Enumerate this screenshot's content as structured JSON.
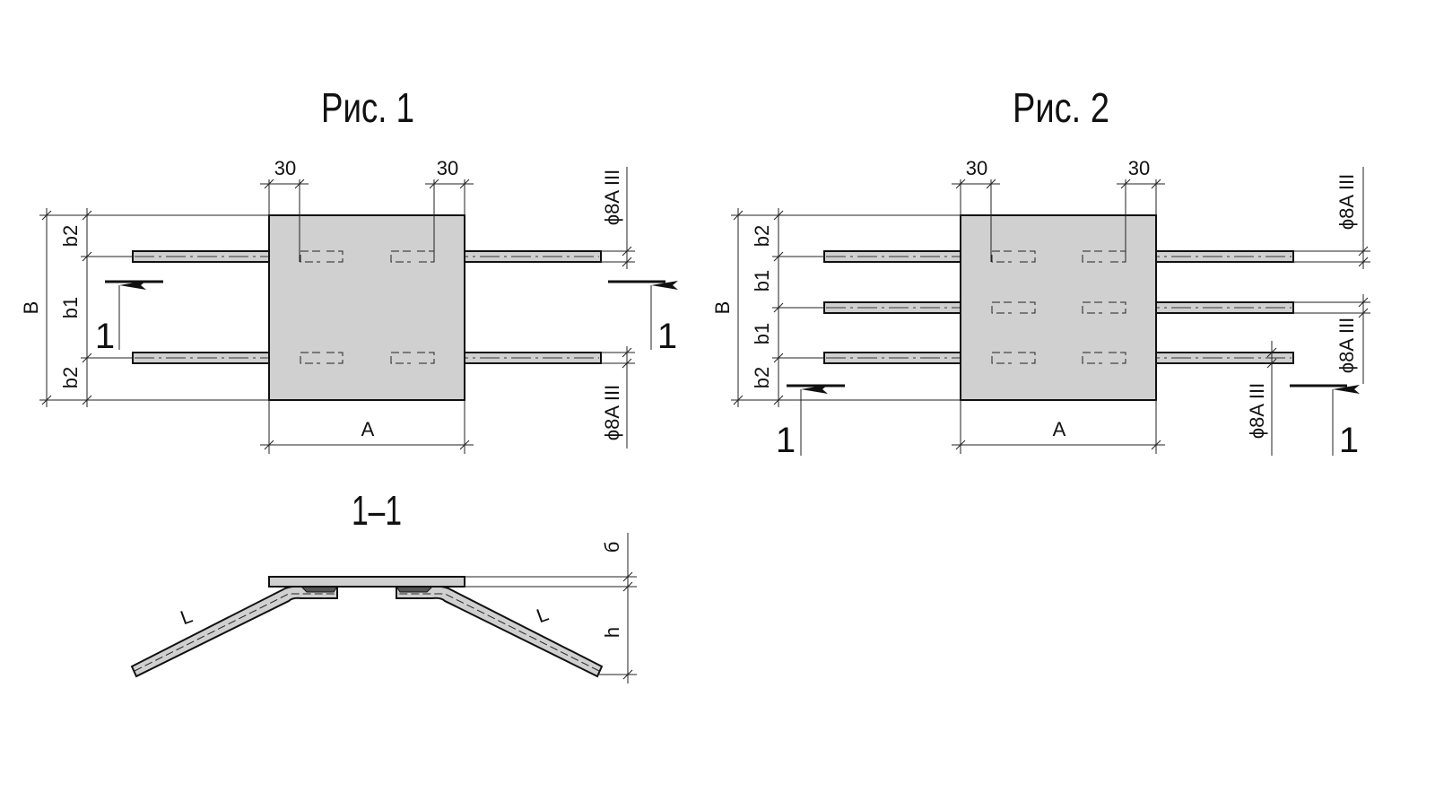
{
  "figure1": {
    "title": "Рис. 1",
    "dim_top_left": "30",
    "dim_top_right": "30",
    "dim_B": "B",
    "dim_b2_top": "b2",
    "dim_b1": "b1",
    "dim_b2_bottom": "b2",
    "dim_A": "A",
    "rebar_top": "ϕ8A III",
    "rebar_bottom": "ϕ8A III",
    "section_left": "1",
    "section_right": "1"
  },
  "figure2": {
    "title": "Рис. 2",
    "dim_top_left": "30",
    "dim_top_right": "30",
    "dim_B": "B",
    "dim_b2_top": "b2",
    "dim_b1_upper": "b1",
    "dim_b1_lower": "b1",
    "dim_b2_bottom": "b2",
    "dim_A": "A",
    "rebar_top": "ϕ8A III",
    "rebar_middle": "ϕ8A III",
    "rebar_bottom": "ϕ8A III",
    "section_left": "1",
    "section_right": "1"
  },
  "section": {
    "title": "1–1",
    "dim_thickness": "б",
    "dim_h": "h",
    "length_left": "L",
    "length_right": "L"
  }
}
